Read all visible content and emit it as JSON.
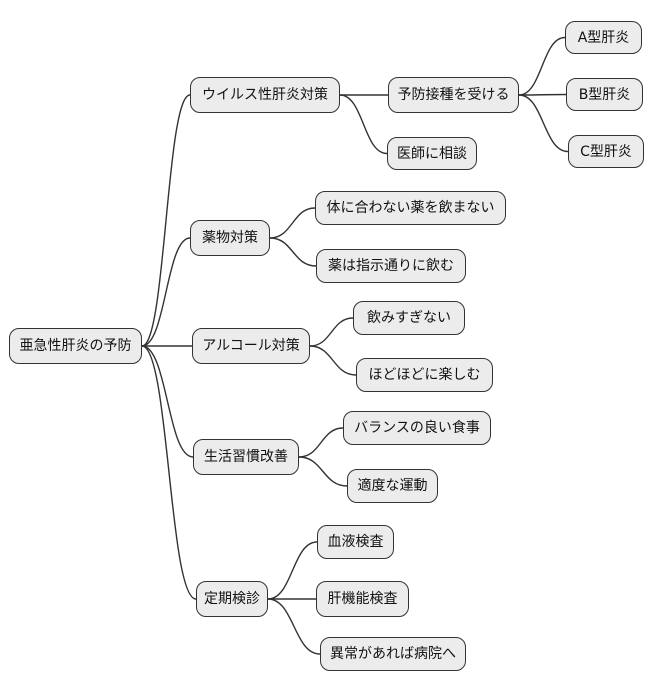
{
  "diagram": {
    "type": "mindmap",
    "language": "ja",
    "colors": {
      "background": "#ffffff",
      "node_fill": "#ececec",
      "node_border": "#333333",
      "edge": "#333333",
      "text": "#111111"
    },
    "root": {
      "id": "root",
      "label": "亜急性肝炎の予防",
      "children": [
        {
          "id": "virus",
          "label": "ウイルス性肝炎対策",
          "children": [
            {
              "id": "vaccine",
              "label": "予防接種を受ける",
              "children": [
                {
                  "id": "hepA",
                  "label": "A型肝炎"
                },
                {
                  "id": "hepB",
                  "label": "B型肝炎"
                },
                {
                  "id": "hepC",
                  "label": "C型肝炎"
                }
              ]
            },
            {
              "id": "doctor",
              "label": "医師に相談"
            }
          ]
        },
        {
          "id": "drug",
          "label": "薬物対策",
          "children": [
            {
              "id": "drug1",
              "label": "体に合わない薬を飲まない"
            },
            {
              "id": "drug2",
              "label": "薬は指示通りに飲む"
            }
          ]
        },
        {
          "id": "alcohol",
          "label": "アルコール対策",
          "children": [
            {
              "id": "alc1",
              "label": "飲みすぎない"
            },
            {
              "id": "alc2",
              "label": "ほどほどに楽しむ"
            }
          ]
        },
        {
          "id": "lifestyle",
          "label": "生活習慣改善",
          "children": [
            {
              "id": "life1",
              "label": "バランスの良い食事"
            },
            {
              "id": "life2",
              "label": "適度な運動"
            }
          ]
        },
        {
          "id": "checkup",
          "label": "定期検診",
          "children": [
            {
              "id": "chk1",
              "label": "血液検査"
            },
            {
              "id": "chk2",
              "label": "肝機能検査"
            },
            {
              "id": "chk3",
              "label": "異常があれば病院へ"
            }
          ]
        }
      ]
    }
  }
}
